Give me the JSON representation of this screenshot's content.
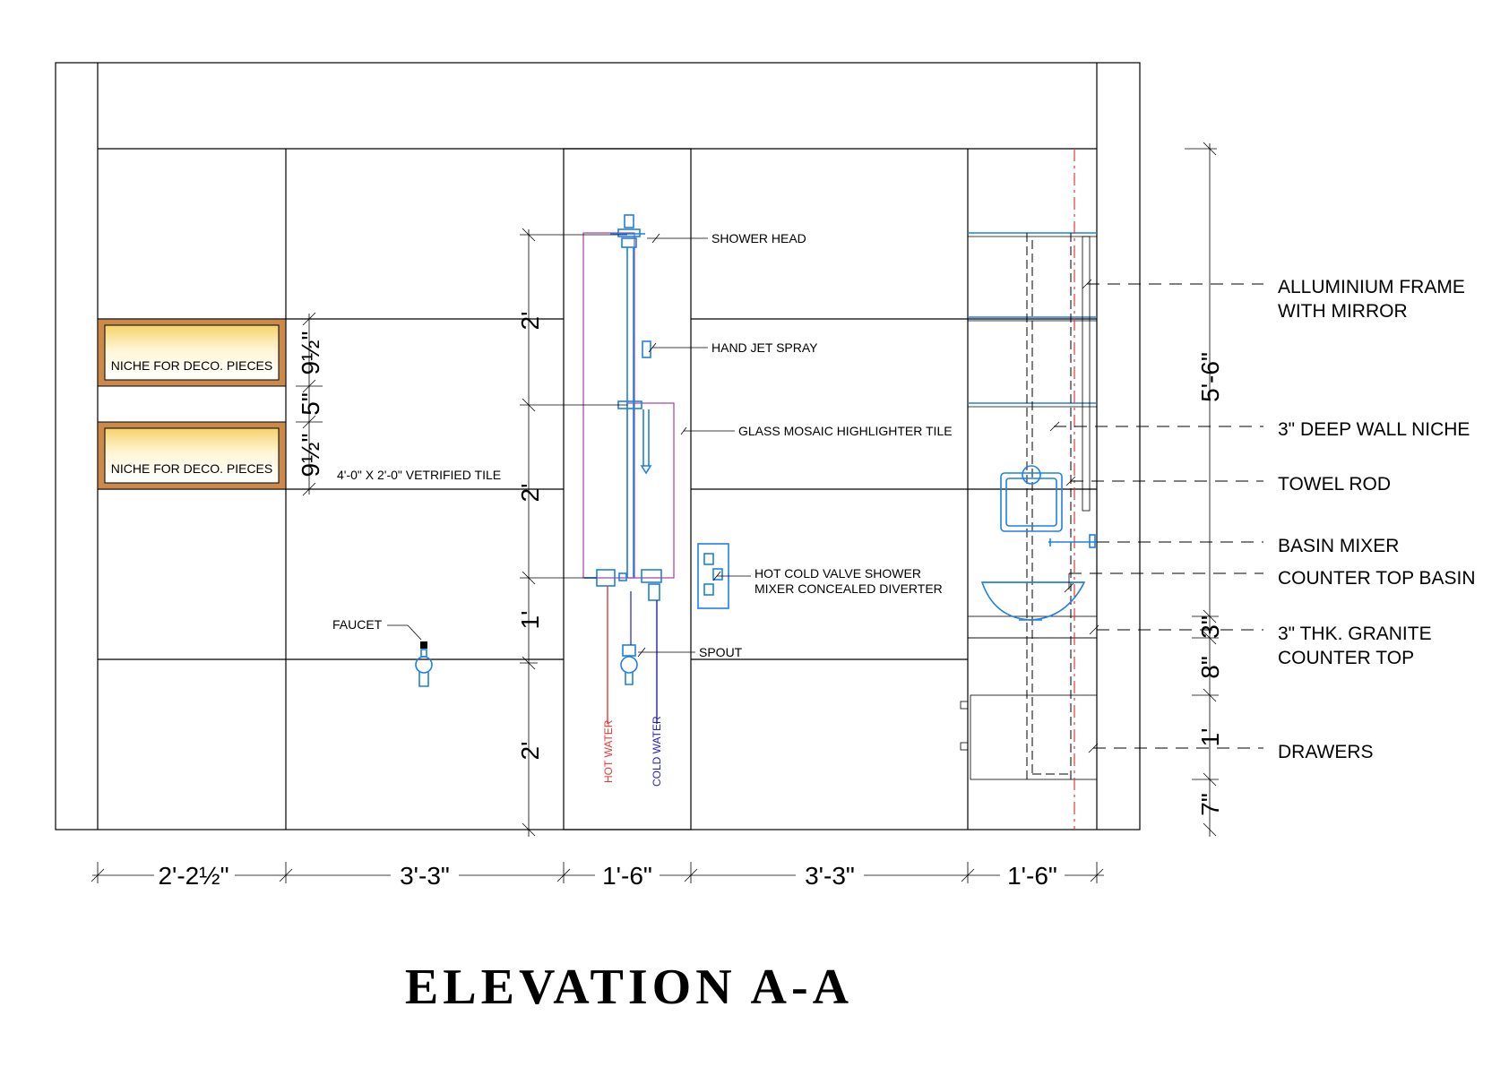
{
  "title": "ELEVATION A-A",
  "labels": {
    "niche1": "NICHE FOR DECO. PIECES",
    "niche2": "NICHE FOR DECO. PIECES",
    "vetrified_tile": "4'-0\" X 2'-0\" VETRIFIED TILE",
    "faucet": "FAUCET",
    "shower_head": "SHOWER HEAD",
    "hand_jet": "HAND JET SPRAY",
    "glass_mosaic": "GLASS MOSAIC HIGHLIGHTER TILE",
    "valve_line1": "HOT COLD VALVE SHOWER",
    "valve_line2": "MIXER CONCEALED DIVERTER",
    "spout": "SPOUT",
    "hot_water": "HOT WATER",
    "cold_water": "COLD WATER",
    "alum_line1": "ALLUMINIUM FRAME",
    "alum_line2": "WITH MIRROR",
    "wall_niche": "3\" DEEP WALL NICHE",
    "towel_rod": "TOWEL ROD",
    "basin_mixer": "BASIN MIXER",
    "counter_basin": "COUNTER TOP BASIN",
    "granite_line1": "3\" THK. GRANITE",
    "granite_line2": "COUNTER TOP",
    "drawers": "DRAWERS"
  },
  "dims_horizontal": [
    "2'-2½\"",
    "3'-3\"",
    "1'-6\"",
    "3'-3\"",
    "1'-6\""
  ],
  "dims_left_vertical": [
    "2'",
    "2'",
    "1'",
    "2'"
  ],
  "dims_niche_vertical": [
    "9½\"",
    "5\"",
    "9½\""
  ],
  "dims_right_vertical": [
    "5'-6\"",
    "3\"",
    "8\"",
    "1'",
    "7\""
  ],
  "colors": {
    "niche_frame": "#C98A4B",
    "fixture_blue": "#1E7FEA",
    "hot_water": "#E53935",
    "cold_water": "#1E1EC8",
    "mosaic_outline": "#A040A0",
    "centerline": "#E53935"
  }
}
